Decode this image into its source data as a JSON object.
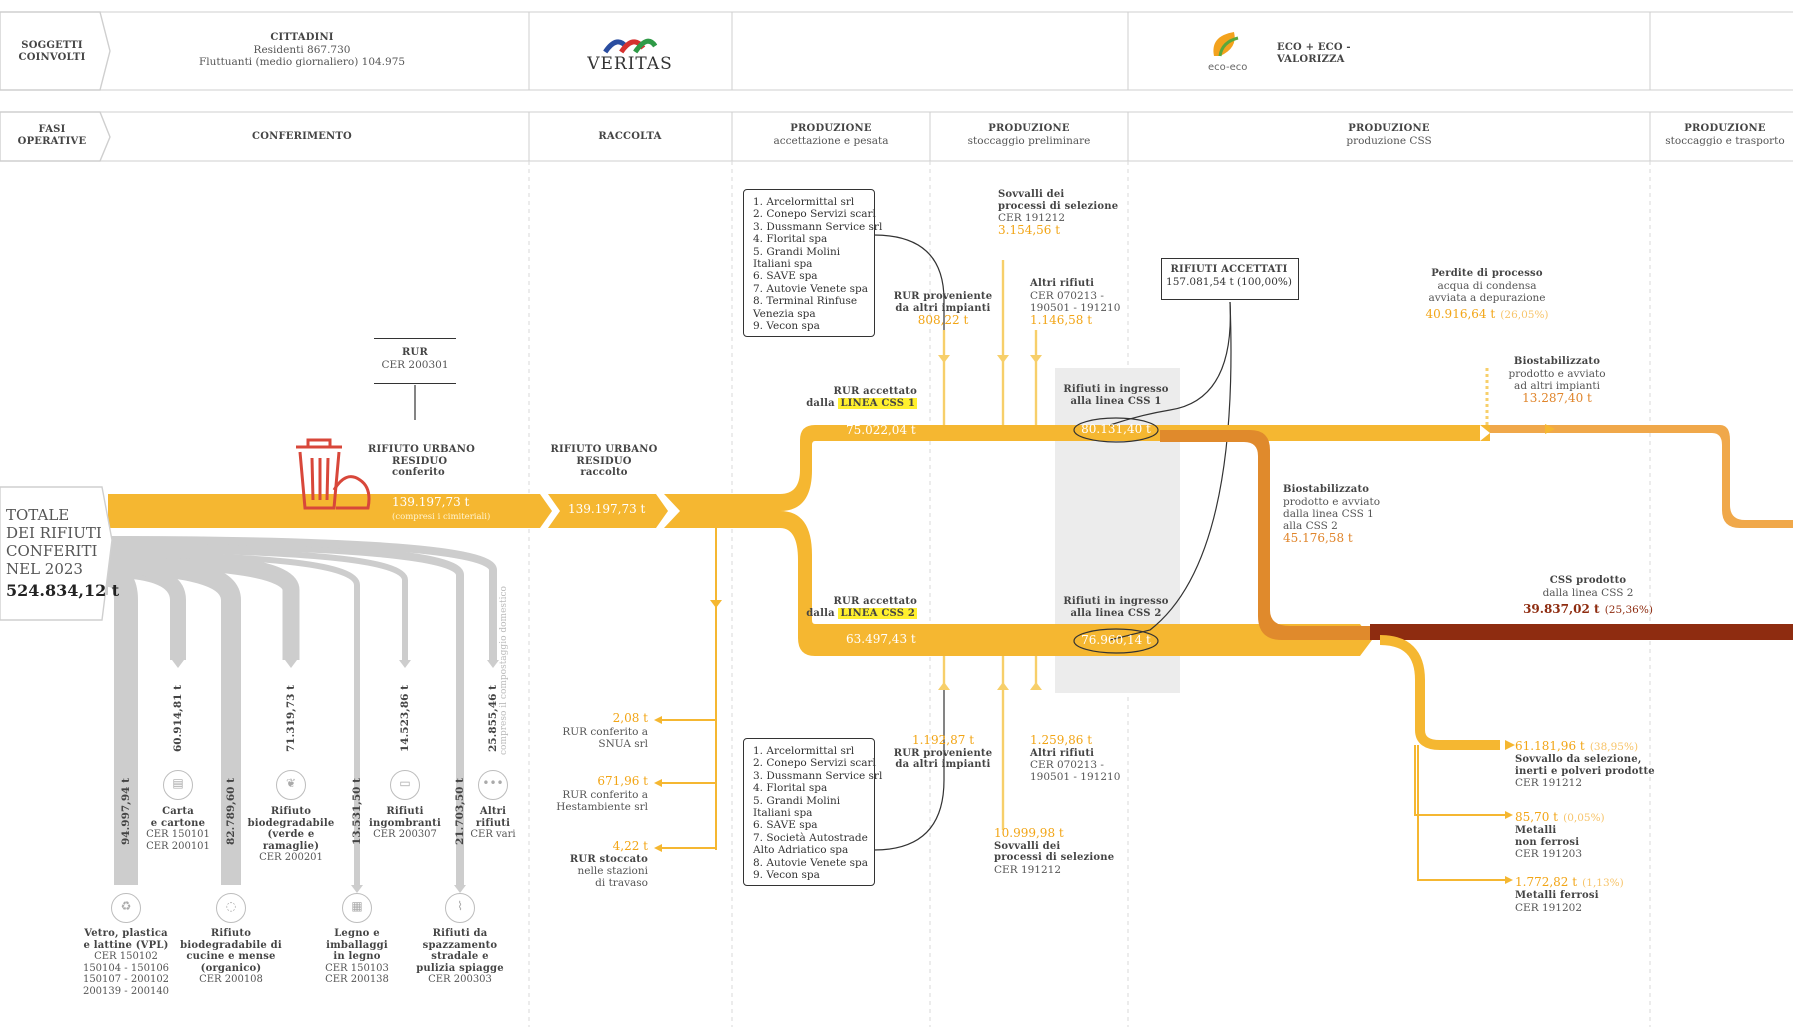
{
  "header": {
    "row1_label": [
      "SOGGETTI",
      "COINVOLTI"
    ],
    "cittadini_title": "CITTADINI",
    "cittadini_line1": "Residenti 867.730",
    "cittadini_line2": "Fluttuanti (medio giornaliero) 104.975",
    "veritas_logo": "VERITAS",
    "eco_logo": "eco-eco",
    "eco_title": [
      "ECO + ECO -",
      "VALORIZZA"
    ],
    "row2_label": [
      "FASI",
      "OPERATIVE"
    ],
    "phases": [
      {
        "title": "CONFERIMENTO",
        "sub": ""
      },
      {
        "title": "RACCOLTA",
        "sub": ""
      },
      {
        "title": "PRODUZIONE",
        "sub": "accettazione e pesata"
      },
      {
        "title": "PRODUZIONE",
        "sub": "stoccaggio preliminare"
      },
      {
        "title": "PRODUZIONE",
        "sub": "produzione CSS"
      },
      {
        "title": "PRODUZIONE",
        "sub": "stoccaggio e trasporto"
      }
    ]
  },
  "totale": {
    "lines": [
      "TOTALE",
      "DEI RIFIUTI",
      "CONFERITI",
      "NEL 2023"
    ],
    "value": "524.834,12 t"
  },
  "rur_box": {
    "title": "RUR",
    "cer": "CER 200301"
  },
  "conferito": {
    "lines": [
      "RIFIUTO URBANO",
      "RESIDUO",
      "conferito"
    ],
    "value": "139.197,73 t",
    "note": "(compresi i cimiteriali)"
  },
  "raccolto": {
    "lines": [
      "RIFIUTO URBANO",
      "RESIDUO",
      "raccolto"
    ],
    "value": "139.197,73 t"
  },
  "fractions": [
    {
      "value": "94.997,94 t",
      "icon": "recycle-icon",
      "glyph": "♻",
      "name": [
        "Vetro, plastica",
        "e lattine (VPL)"
      ],
      "cer": [
        "CER 150102",
        "150104 - 150106",
        "150107 - 200102",
        "200139 - 200140"
      ]
    },
    {
      "value": "60.914,81 t",
      "icon": "paper-icon",
      "glyph": "▤",
      "name": [
        "Carta",
        "e cartone"
      ],
      "cer": [
        "CER 150101",
        "CER 200101"
      ]
    },
    {
      "value": "82.789,60 t",
      "icon": "food-waste-icon",
      "glyph": "◌",
      "name": [
        "Rifiuto",
        "biodegradabile di",
        "cucine e mense",
        "(organico)"
      ],
      "cer": [
        "CER 200108"
      ]
    },
    {
      "value": "71.319,73 t",
      "icon": "leaf-icon",
      "glyph": "❦",
      "name": [
        "Rifiuto",
        "biodegradabile",
        "(verde e",
        "ramaglie)"
      ],
      "cer": [
        "CER 200201"
      ]
    },
    {
      "value": "13.531,50 t",
      "icon": "wood-icon",
      "glyph": "▦",
      "name": [
        "Legno e",
        "imballaggi",
        "in legno"
      ],
      "cer": [
        "CER 150103",
        "CER 200138"
      ]
    },
    {
      "value": "14.523,86 t",
      "icon": "sofa-icon",
      "glyph": "▭",
      "name": [
        "Rifiuti",
        "ingombranti"
      ],
      "cer": [
        "CER 200307"
      ]
    },
    {
      "value": "21.703,50 t",
      "icon": "broom-icon",
      "glyph": "⌇",
      "name": [
        "Rifiuti da",
        "spazzamento",
        "stradale e",
        "pulizia spiagge"
      ],
      "cer": [
        "CER 200303"
      ]
    },
    {
      "value": "25.855,46 t",
      "icon": "dots-icon",
      "glyph": "•••",
      "name": [
        "Altri",
        "rifiuti"
      ],
      "cer": [
        "CER vari"
      ]
    }
  ],
  "compostaggio_note": "compreso il compostaggio domestico",
  "raccolta_outflows": [
    {
      "value": "2,08 t",
      "label": [
        "RUR conferito a",
        "SNUA srl"
      ]
    },
    {
      "value": "671,96 t",
      "label": [
        "RUR conferito a",
        "Hestambiente srl"
      ]
    },
    {
      "value": "4,22 t",
      "label": [
        "RUR stoccato",
        "nelle stazioni",
        "di travaso"
      ],
      "bold_first": true
    }
  ],
  "suppliers_top": [
    "1. Arcelormittal srl",
    "2. Conepo Servizi scarl",
    "3. Dussmann Service srl",
    "4. Florital spa",
    "5. Grandi Molini",
    "    Italiani spa",
    "6. SAVE spa",
    "7. Autovie Venete spa",
    "8. Terminal Rinfuse",
    "    Venezia spa",
    "9. Vecon spa"
  ],
  "suppliers_bottom": [
    "1. Arcelormittal srl",
    "2. Conepo Servizi scarl",
    "3. Dussmann Service srl",
    "4. Florital spa",
    "5. Grandi Molini",
    "    Italiani spa",
    "6. SAVE spa",
    "7. Società Autostrade",
    "    Alto Adriatico spa",
    "8. Autovie Venete spa",
    "9. Vecon spa"
  ],
  "css1": {
    "accettato": [
      "RUR accettato",
      "dalla"
    ],
    "linea": "LINEA CSS 1",
    "value": "75.022,04 t",
    "rur_altri": {
      "lines": [
        "RUR proveniente",
        "da altri impianti"
      ],
      "value": "808,22 t"
    },
    "sovvalli": {
      "lines": [
        "Sovvalli dei",
        "processi di selezione"
      ],
      "cer": "CER 191212",
      "value": "3.154,56 t"
    },
    "altri": {
      "title": "Altri rifiuti",
      "cer": [
        "CER 070213 -",
        "190501 - 191210"
      ],
      "value": "1.146,58 t"
    },
    "ingresso": [
      "Rifiuti in ingresso",
      "alla linea CSS 1"
    ],
    "ingresso_value": "80.131,40 t"
  },
  "css2": {
    "accettato": [
      "RUR accettato",
      "dalla"
    ],
    "linea": "LINEA CSS 2",
    "value": "63.497,43 t",
    "rur_altri": {
      "lines": [
        "RUR proveniente",
        "da altri impianti"
      ],
      "value": "1.192,87 t"
    },
    "sovvalli": {
      "lines": [
        "Sovvalli dei",
        "processi di selezione"
      ],
      "cer": "CER 191212",
      "value": "10.999,98 t"
    },
    "altri": {
      "title": "Altri rifiuti",
      "cer": [
        "CER 070213 -",
        "190501 - 191210"
      ],
      "value": "1.259,86 t"
    },
    "ingresso": [
      "Rifiuti in ingresso",
      "alla linea CSS 2"
    ],
    "ingresso_value": "76.960,14 t"
  },
  "accettati": {
    "title": "RIFIUTI ACCETTATI",
    "value": "157.081,54 t (100,00%)"
  },
  "perdite": {
    "lines": [
      "Perdite di processo",
      "acqua di condensa",
      "avviata a depurazione"
    ],
    "value": "40.916,64 t",
    "pct": "(26,05%)"
  },
  "biostab_altri": {
    "lines": [
      "Biostabilizzato",
      "prodotto e avviato",
      "ad altri impianti"
    ],
    "value": "13.287,40 t"
  },
  "biostab_css2": {
    "lines": [
      "Biostabilizzato",
      "prodotto e avviato",
      "dalla linea CSS 1",
      "alla CSS 2"
    ],
    "value": "45.176,58 t"
  },
  "css_prodotto": {
    "lines": [
      "CSS prodotto",
      "dalla linea CSS 2"
    ],
    "value": "39.837,02 t",
    "pct": "(25,36%)"
  },
  "outputs": [
    {
      "value": "61.181,96 t",
      "pct": "(38,95%)",
      "name": [
        "Sovvallo da selezione,",
        "inerti e polveri prodotte"
      ],
      "cer": "CER 191212"
    },
    {
      "value": "85,70 t",
      "pct": "(0,05%)",
      "name": [
        "Metalli",
        "non ferrosi"
      ],
      "cer": "CER 191203"
    },
    {
      "value": "1.772,82 t",
      "pct": "(1,13%)",
      "name": [
        "Metalli ferrosi"
      ],
      "cer": "CER 191202"
    }
  ],
  "colors": {
    "yellow": "#f5b731",
    "light": "#f7cf6a",
    "orange": "#e08a2c",
    "dark": "#8e2c10",
    "grey": "#cfcfcf",
    "shade": "#ececec"
  }
}
